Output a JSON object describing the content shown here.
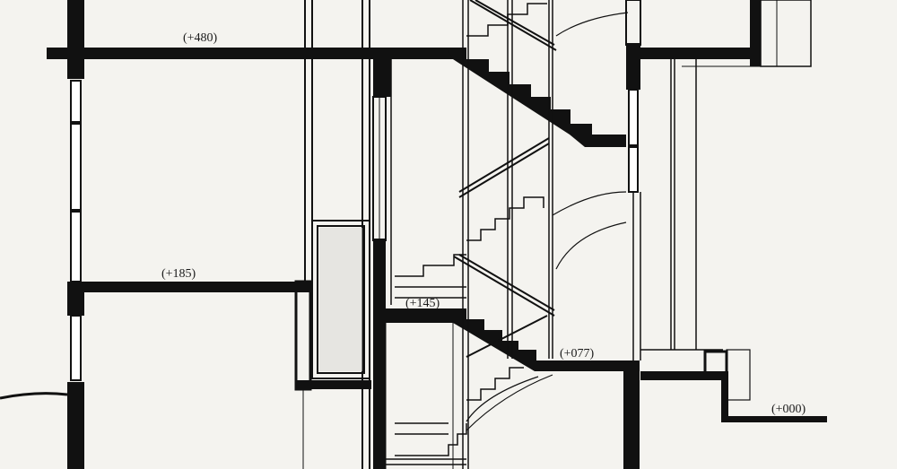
{
  "drawing": {
    "ink_color": "#111111",
    "paper_color": "#f4f3ef",
    "level_labels": [
      {
        "id": "level-plus-480",
        "text": "(+480)"
      },
      {
        "id": "level-plus-185",
        "text": "(+185)"
      },
      {
        "id": "level-plus-145",
        "text": "(+145)"
      },
      {
        "id": "level-plus-077",
        "text": "(+077)"
      },
      {
        "id": "level-plus-000",
        "text": "(+000)"
      }
    ]
  }
}
